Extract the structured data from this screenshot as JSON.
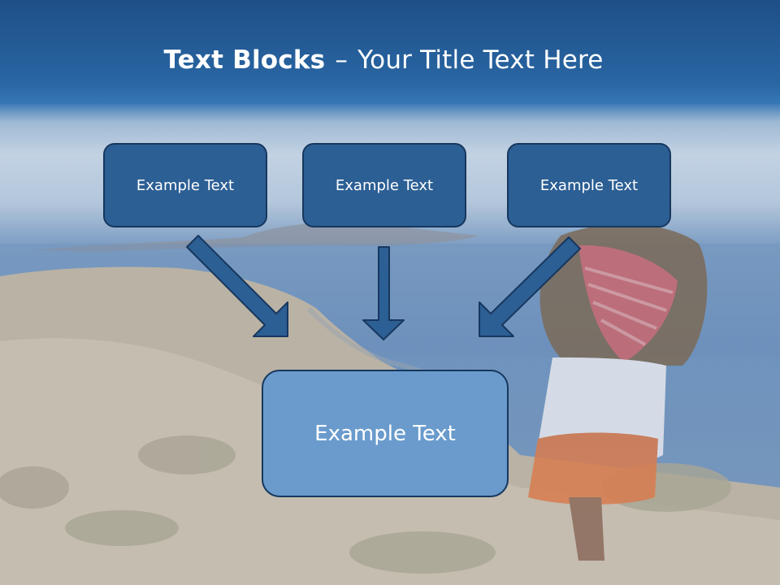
{
  "title": {
    "bold": "Text Blocks",
    "separator": "–",
    "rest": "Your Title Text Here"
  },
  "blocks": {
    "top_left": "Example Text",
    "top_center": "Example Text",
    "top_right": "Example Text",
    "bottom": "Example Text"
  },
  "colors": {
    "title_band": "#1f5590",
    "small_box_fill": "#2c5f94",
    "big_box_fill": "#6a9bcc",
    "box_border": "#17375e",
    "arrow_fill": "#2c5f94"
  }
}
